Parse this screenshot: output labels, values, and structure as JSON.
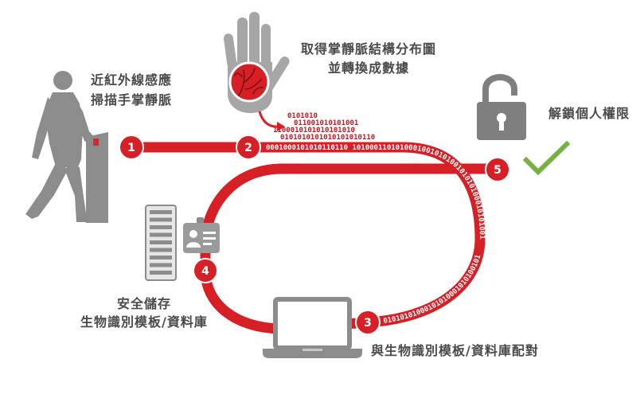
{
  "steps": [
    "1",
    "2",
    "3",
    "4",
    "5"
  ],
  "labels": {
    "scan": [
      "近紅外線感應",
      "掃描手掌靜脈"
    ],
    "extract": [
      "取得掌靜脈結構分布圖",
      "並轉換成數據"
    ],
    "unlock": "解鎖個人權限",
    "store": [
      "安全儲存",
      "生物識別模板/資料庫"
    ],
    "match": "與生物識別模板/資料庫配對"
  },
  "binary": {
    "stack": [
      "0101010",
      "011001010101001",
      "1100010101010101010",
      "0101010101010101010110"
    ],
    "band_top": "0001000101010110110 10100011010100010010101001010101000101010010100010101000101010100101",
    "band_bottom": "01010101000101010001010100101"
  },
  "icons": [
    "person-icon",
    "scanner-kiosk-icon",
    "hand-icon",
    "palm-vein-icon",
    "arrow-icon",
    "server-icon",
    "id-card-icon",
    "laptop-icon",
    "open-lock-icon",
    "checkmark-icon"
  ],
  "colors": {
    "accent": "#d71f26",
    "icon_gray": "#8c8c8c",
    "check_green": "#77b043",
    "label_text": "#4a4a4a"
  }
}
